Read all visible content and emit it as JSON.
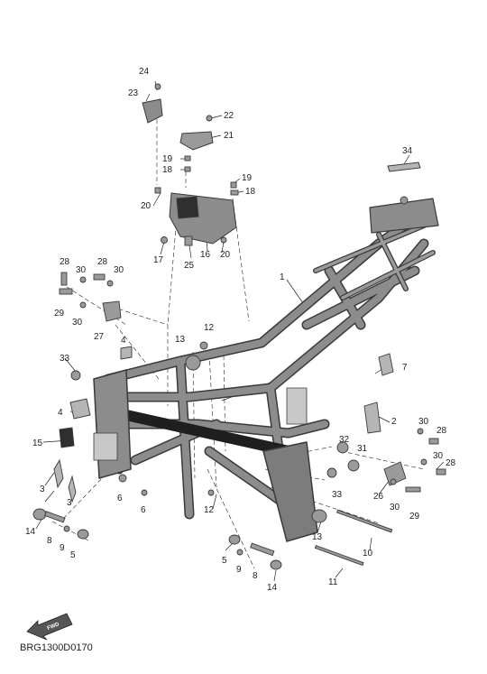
{
  "diagram": {
    "footer_code": "BRG1300D0170",
    "fwd_label": "FWD",
    "colors": {
      "ink": "#222222",
      "frame_fill": "#8c8c8c",
      "frame_dark": "#3a3a3a",
      "part_fill": "#9a9a9a"
    },
    "callouts": [
      "24",
      "23",
      "22",
      "21",
      "19",
      "18",
      "19",
      "18",
      "20",
      "20",
      "17",
      "25",
      "16",
      "34",
      "1",
      "28",
      "28",
      "30",
      "30",
      "29",
      "30",
      "27",
      "12",
      "13",
      "4",
      "33",
      "7",
      "2",
      "4",
      "15",
      "30",
      "28",
      "32",
      "31",
      "30",
      "28",
      "3",
      "3",
      "6",
      "6",
      "12",
      "33",
      "26",
      "30",
      "29",
      "14",
      "8",
      "9",
      "5",
      "13",
      "5",
      "9",
      "8",
      "10",
      "14",
      "11"
    ]
  }
}
